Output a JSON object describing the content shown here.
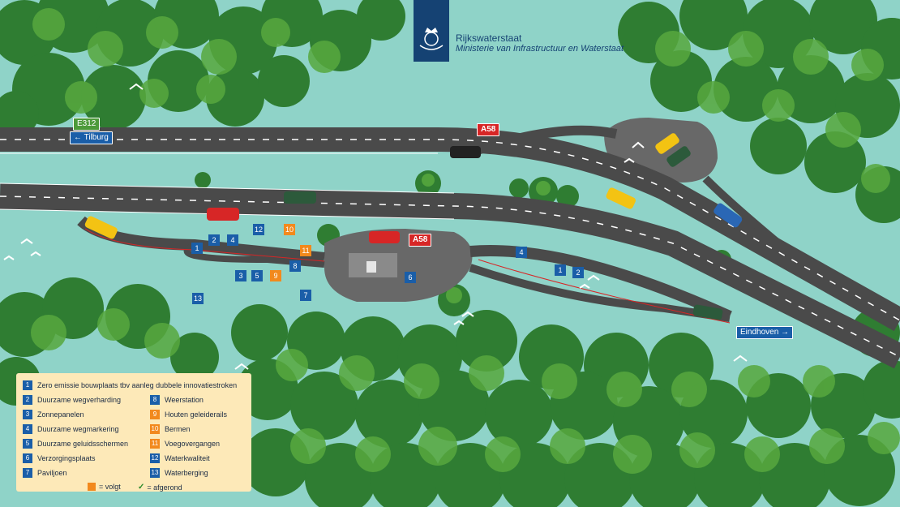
{
  "header": {
    "org_name": "Rijkswaterstaat",
    "ministry": "Ministerie van Infrastructuur en Waterstaat",
    "logo_icon": "crest-icon"
  },
  "road_signs": {
    "e_route": "E312",
    "a58_top": "A58",
    "a58_center": "A58",
    "tilburg": "← Tilburg",
    "eindhoven": "Eindhoven →"
  },
  "map_markers": {
    "m1": "1",
    "m2": "2",
    "m4": "4",
    "m12": "12",
    "m10": "10",
    "m11": "11",
    "m8": "8",
    "m3": "3",
    "m5": "5",
    "m9": "9",
    "m13": "13",
    "m7": "7",
    "m6": "6",
    "r4": "4",
    "r1": "1",
    "r2": "2"
  },
  "legend": {
    "items_left": [
      {
        "num": "1",
        "label": "Zero emissie bouwplaats tbv aanleg dubbele innovatiestroken",
        "status": "blue"
      },
      {
        "num": "2",
        "label": "Duurzame wegverharding",
        "status": "blue"
      },
      {
        "num": "3",
        "label": "Zonnepanelen",
        "status": "blue"
      },
      {
        "num": "4",
        "label": "Duurzame wegmarkering",
        "status": "blue"
      },
      {
        "num": "5",
        "label": "Duurzame geluidsschermen",
        "status": "blue"
      },
      {
        "num": "6",
        "label": "Verzorgingsplaats",
        "status": "blue"
      },
      {
        "num": "7",
        "label": "Paviljoen",
        "status": "blue"
      }
    ],
    "items_right": [
      {
        "num": "8",
        "label": "Weerstation",
        "status": "blue"
      },
      {
        "num": "9",
        "label": "Houten geleiderails",
        "status": "orange"
      },
      {
        "num": "10",
        "label": "Bermen",
        "status": "orange"
      },
      {
        "num": "11",
        "label": "Voegovergangen",
        "status": "orange"
      },
      {
        "num": "12",
        "label": "Waterkwaliteit",
        "status": "blue"
      },
      {
        "num": "13",
        "label": "Waterberging",
        "status": "blue"
      }
    ],
    "key_follow": "= volgt",
    "key_done": "= afgerond"
  },
  "colors": {
    "water": "#8fd3c8",
    "asphalt": "#4a4a4a",
    "tree_dark": "#2f7d32",
    "tree_light": "#57a83e",
    "marker_blue": "#1a5ea8",
    "marker_orange": "#f2891d",
    "sign_red": "#d72626",
    "sign_green": "#4d9a3a",
    "legend_bg": "#fde9b8",
    "brand_blue": "#154273"
  }
}
